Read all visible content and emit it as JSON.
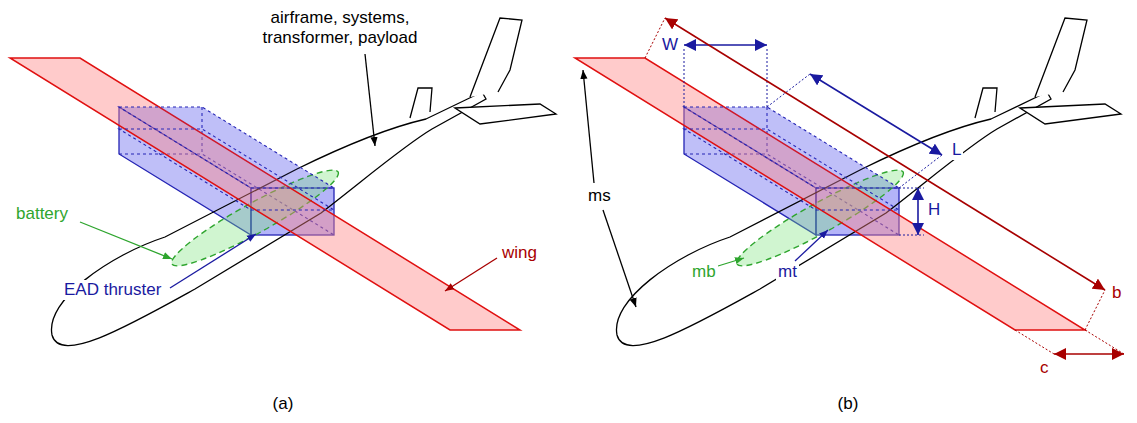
{
  "diagram": {
    "labels": [
      "airframe, systems, transformer, payload",
      "battery",
      "wing",
      "EAD thruster",
      "(a)",
      "W",
      "L",
      "ms",
      "mb",
      "mt",
      "H",
      "b",
      "c",
      "(b)"
    ]
  }
}
